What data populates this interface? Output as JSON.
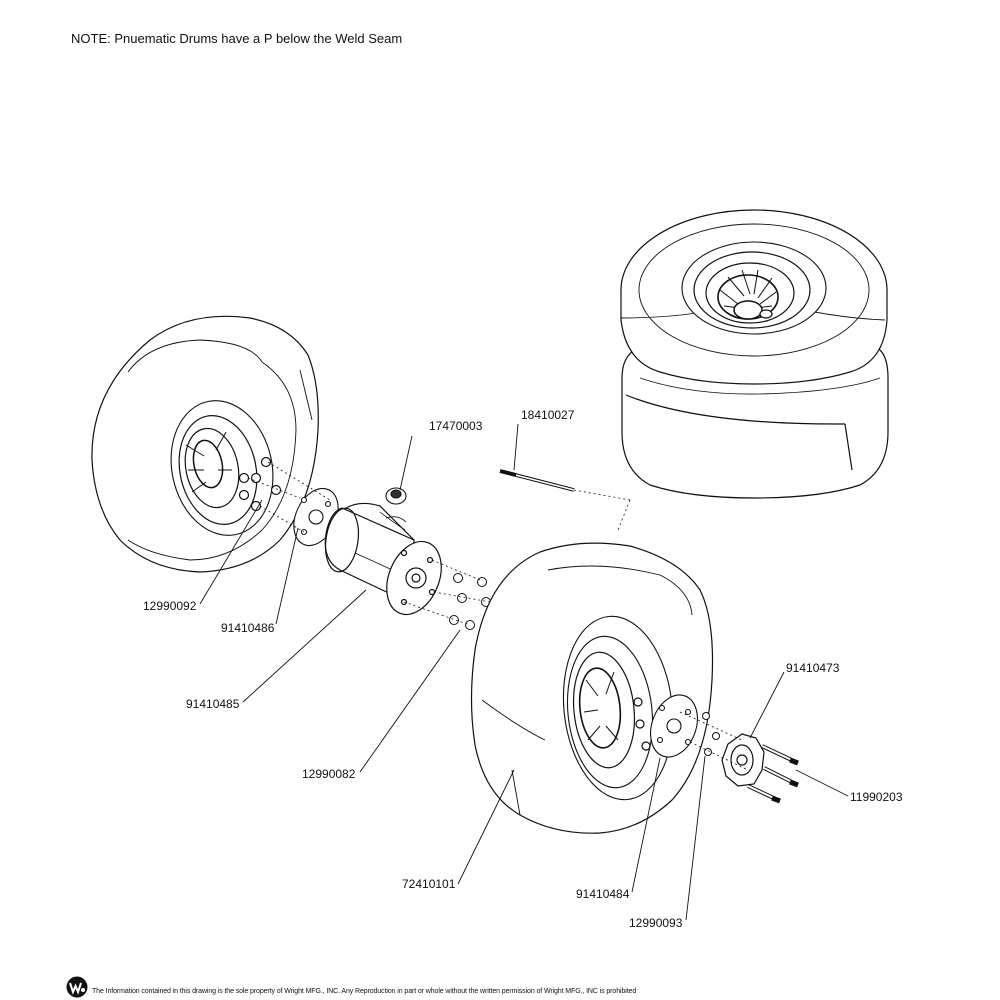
{
  "note": "NOTE: Pnuematic Drums have a P below the Weld Seam",
  "parts": {
    "p17470003": "17470003",
    "p18410027": "18410027",
    "p12990092": "12990092",
    "p91410486": "91410486",
    "p91410485": "91410485",
    "p12990082": "12990082",
    "p72410101": "72410101",
    "p91410484": "91410484",
    "p12990093": "12990093",
    "p91410473": "91410473",
    "p11990203": "11990203"
  },
  "footer": {
    "disclaimer": "The Information contained in this drawing is the sole property of Wright MFG., INC. Any Reproduction in part or whole without the written permission of Wright MFG., INC is prohibited",
    "logo_icon": "wright-logo-icon"
  },
  "colors": {
    "line": "#111111",
    "paper": "#ffffff"
  }
}
